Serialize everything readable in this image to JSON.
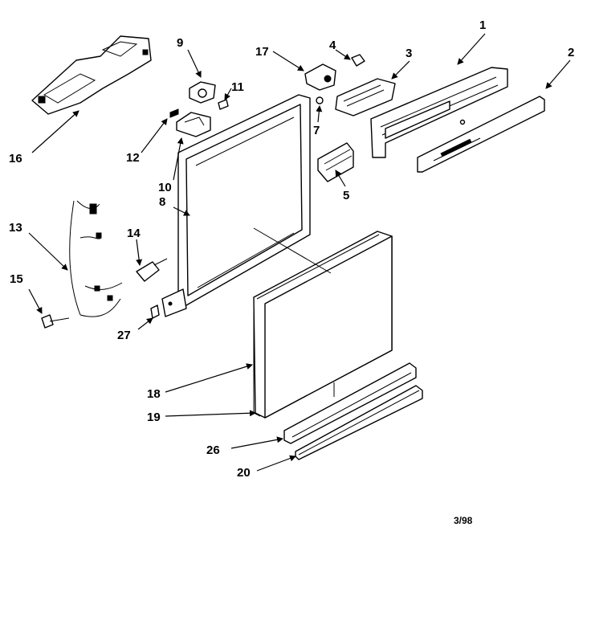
{
  "callouts": {
    "p1": "1",
    "p2": "2",
    "p3": "3",
    "p4": "4",
    "p5": "5",
    "p7": "7",
    "p8": "8",
    "p9": "9",
    "p10": "10",
    "p11": "11",
    "p12": "12",
    "p13": "13",
    "p14": "14",
    "p15": "15",
    "p16": "16",
    "p17": "17",
    "p18": "18",
    "p19": "19",
    "p20": "20",
    "p26": "26",
    "p27": "27"
  },
  "revision_code": "3/98"
}
